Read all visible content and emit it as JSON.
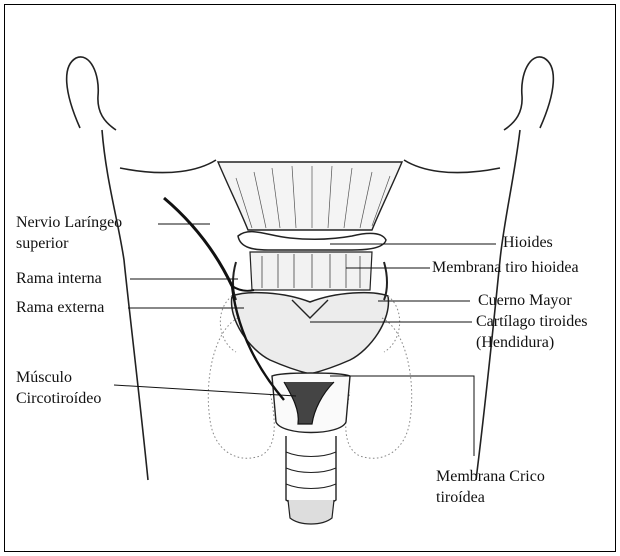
{
  "figure": {
    "labels": {
      "nervio_laringeo": [
        "Nervio Laríngeo",
        "superior"
      ],
      "rama_interna": "Rama interna",
      "rama_externa": "Rama externa",
      "musculo": [
        "Músculo",
        "Circotiroídeo"
      ],
      "hioides": "Hioides",
      "membrana_tiro_hioidea": "Membrana tiro hioidea",
      "cuerno_mayor": "Cuerno Mayor",
      "cartilago_tiroides": [
        "Cartílago tiroides",
        "(Hendidura)"
      ],
      "membrana_crico_tiroidea": [
        "Membrana Crico",
        "tiroídea"
      ]
    },
    "colors": {
      "ink": "#111111",
      "stipple": "#888888",
      "background": "#ffffff"
    }
  }
}
